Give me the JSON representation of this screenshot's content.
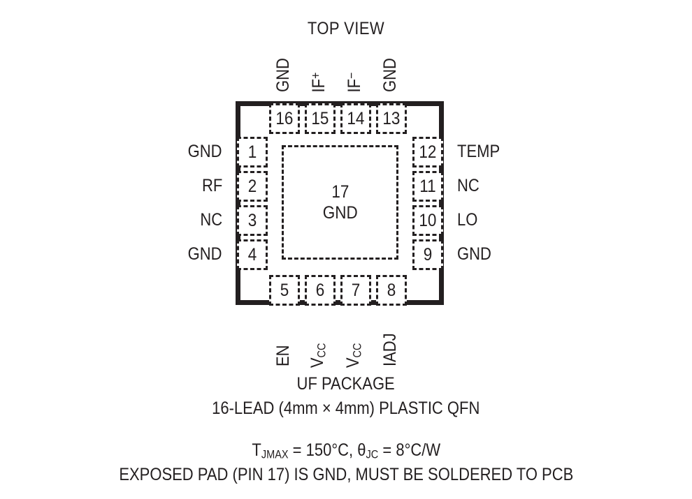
{
  "title": "TOP VIEW",
  "package": {
    "center_pad": {
      "pin": "17",
      "signal": "GND"
    },
    "pins": {
      "top": [
        {
          "num": "16"
        },
        {
          "num": "15"
        },
        {
          "num": "14"
        },
        {
          "num": "13"
        }
      ],
      "bottom": [
        {
          "num": "5"
        },
        {
          "num": "6"
        },
        {
          "num": "7"
        },
        {
          "num": "8"
        }
      ],
      "left": [
        {
          "num": "1"
        },
        {
          "num": "2"
        },
        {
          "num": "3"
        },
        {
          "num": "4"
        }
      ],
      "right": [
        {
          "num": "12"
        },
        {
          "num": "11"
        },
        {
          "num": "10"
        },
        {
          "num": "9"
        }
      ]
    },
    "labels": {
      "top": [
        "GND",
        "IF+",
        "IF-",
        "GND"
      ],
      "bottom": [
        "EN",
        "VCC",
        "VCC",
        "IADJ"
      ],
      "left": [
        "GND",
        "RF",
        "NC",
        "GND"
      ],
      "right": [
        "TEMP",
        "NC",
        "LO",
        "GND"
      ]
    },
    "outline_color": "#231f20",
    "background_color": "#ffffff"
  },
  "captions": {
    "package_name": "UF PACKAGE",
    "lead_spec": "16-LEAD (4mm × 4mm) PLASTIC QFN",
    "exposed_pad_note": "EXPOSED PAD (PIN 17) IS GND, MUST BE SOLDERED TO PCB"
  },
  "thermal": {
    "tjmax_symbol": "T",
    "tjmax_sub": "JMAX",
    "tjmax_value": " = 150°C, ",
    "theta_symbol": "θ",
    "theta_sub": "JC",
    "theta_value": " = 8°C/W"
  }
}
